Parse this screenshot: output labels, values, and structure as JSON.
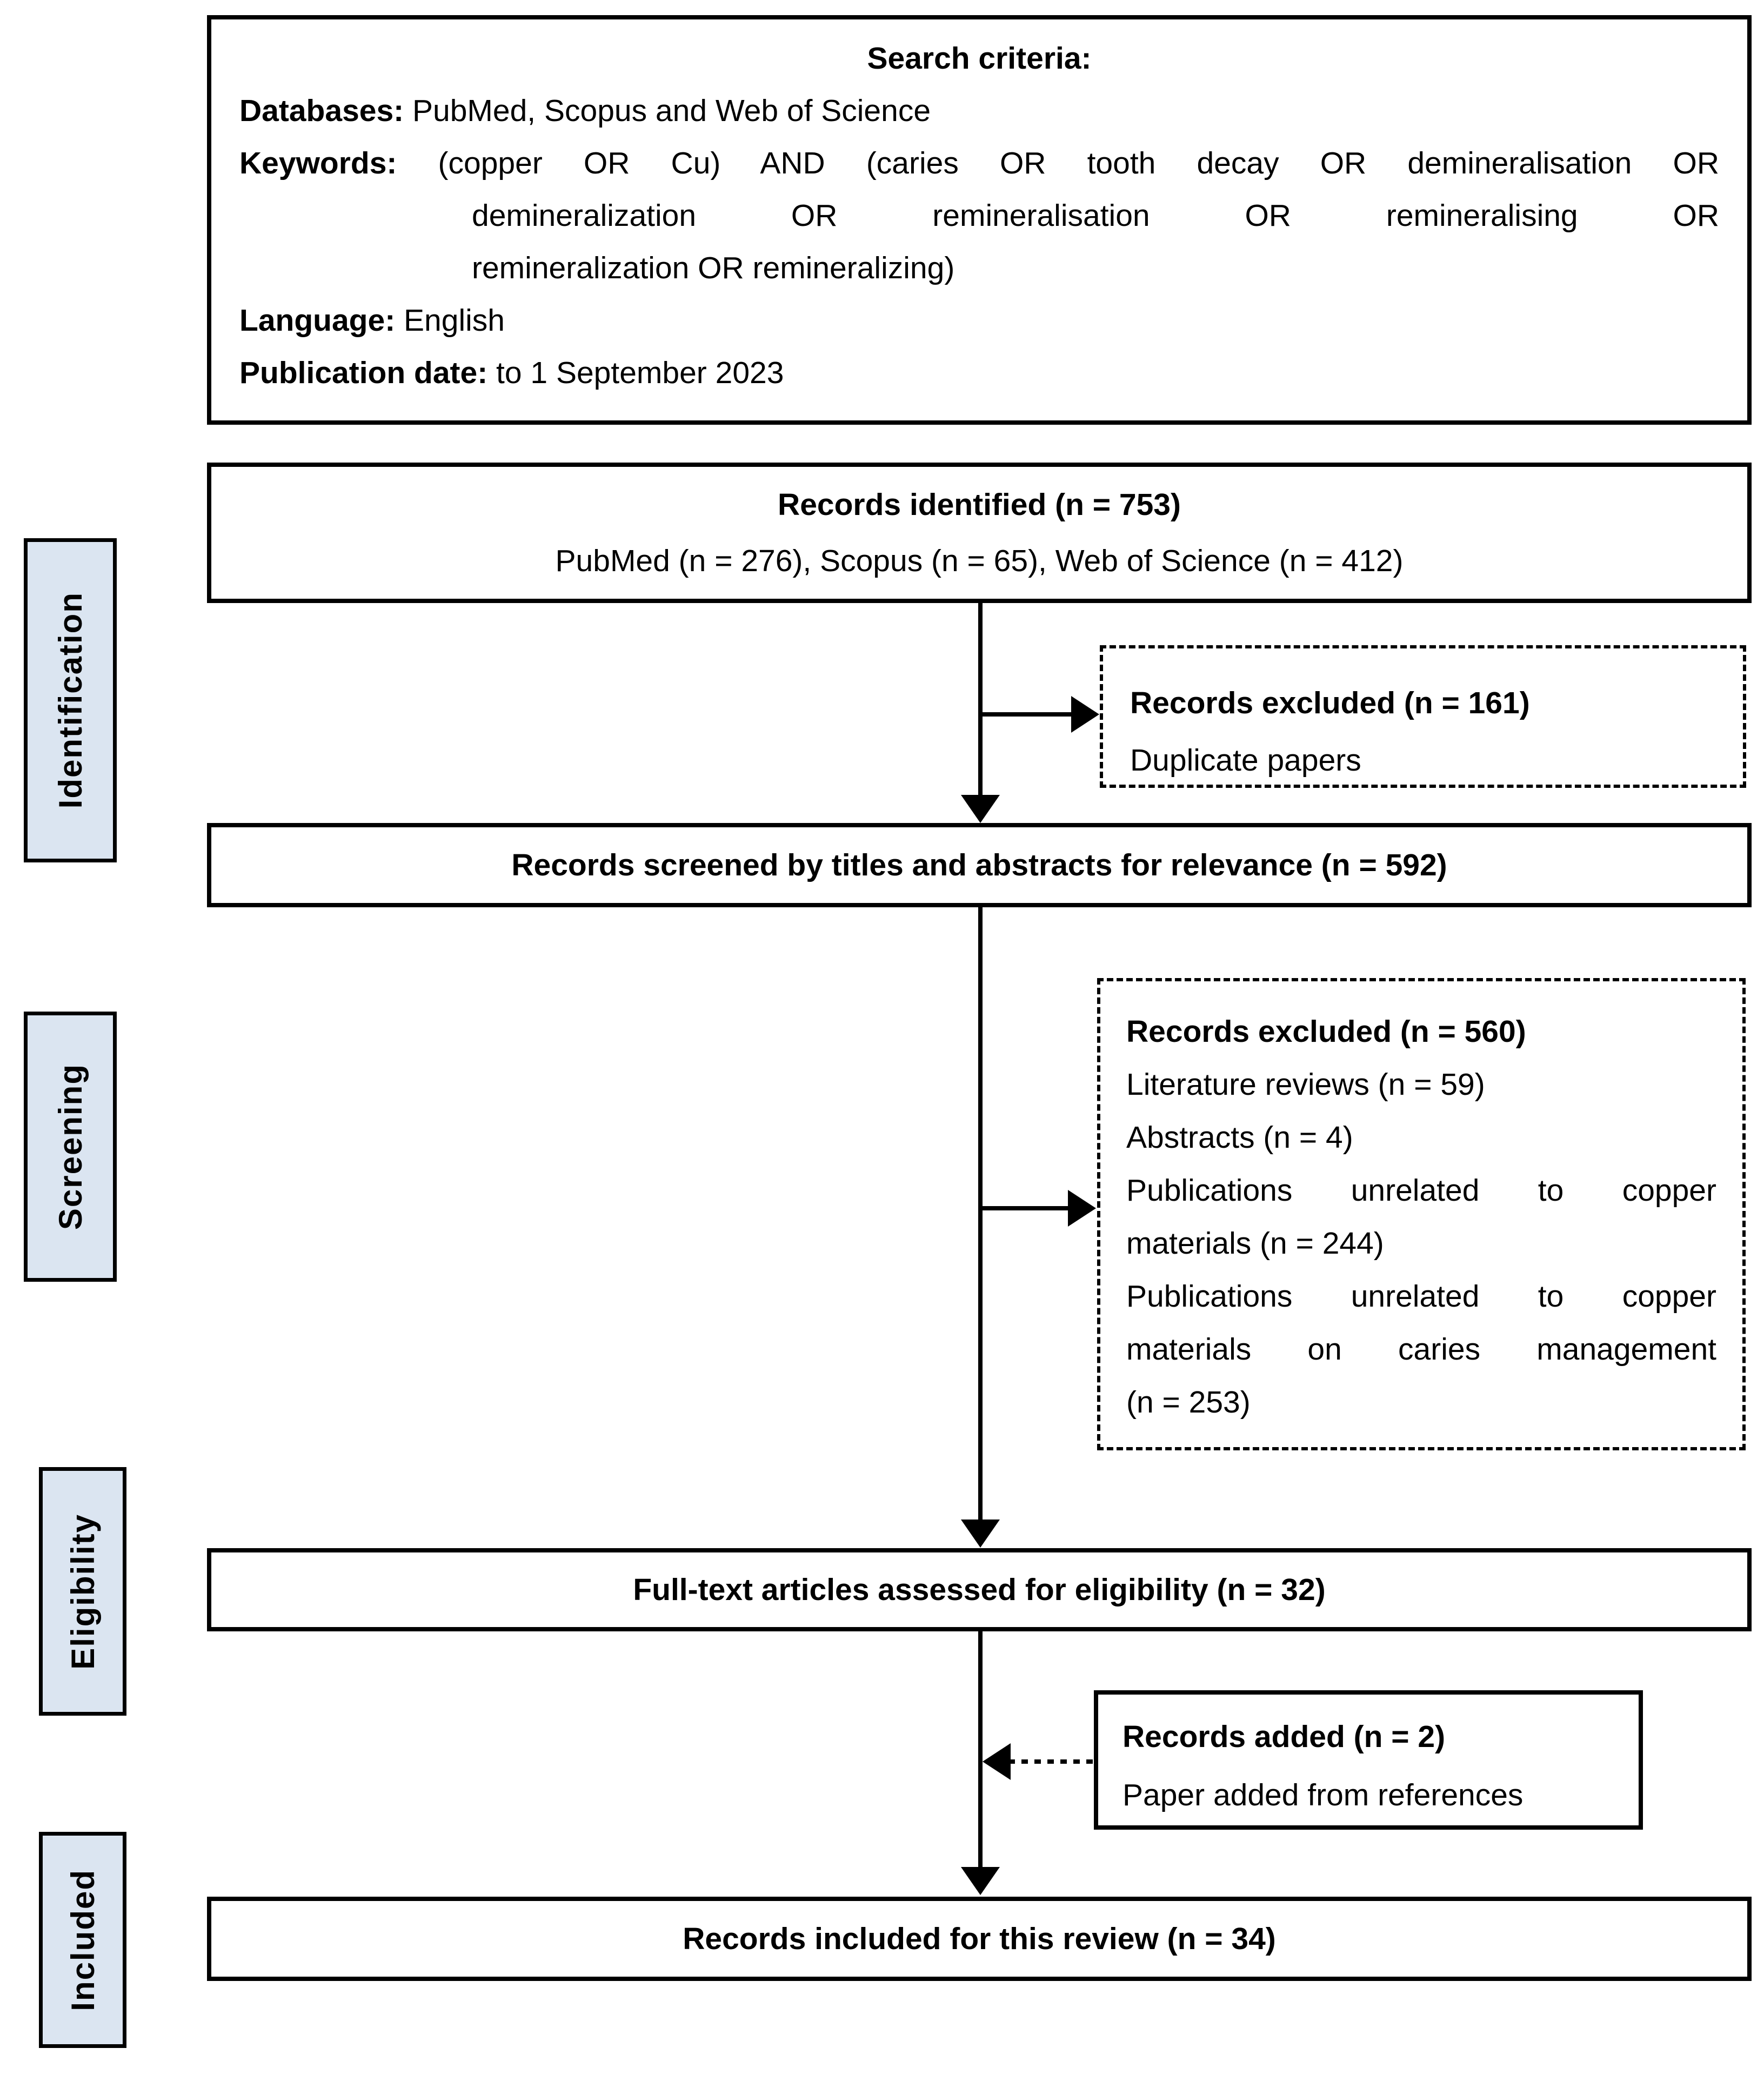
{
  "figure": {
    "kind": "prisma-flow-diagram"
  },
  "colors": {
    "stage_fill": "#dbe5f1",
    "line": "#000000",
    "background": "#ffffff",
    "text": "#000000"
  },
  "stages": [
    {
      "label": "Identification"
    },
    {
      "label": "Screening"
    },
    {
      "label": "Eligibility"
    },
    {
      "label": "Included"
    }
  ],
  "search_criteria": {
    "title": "Search criteria:",
    "databases_label": "Databases:",
    "databases_value": "PubMed, Scopus and Web of Science",
    "keywords_label": "Keywords:",
    "keywords_line1": "(copper OR Cu) AND (caries OR tooth decay OR demineralisation OR",
    "keywords_line2": "demineralization OR remineralisation OR remineralising OR",
    "keywords_line3": "remineralization OR remineralizing)",
    "language_label": "Language:",
    "language_value": "English",
    "publication_date_label": "Publication date:",
    "publication_date_value": "to 1 September 2023"
  },
  "boxes": {
    "identified": {
      "title": "Records identified (n = 753)",
      "subtitle": "PubMed (n = 276), Scopus (n = 65), Web of Science (n = 412)"
    },
    "excluded_duplicates": {
      "title": "Records excluded (n = 161)",
      "lines": [
        "Duplicate papers"
      ]
    },
    "screened": {
      "title": "Records screened by titles and abstracts for relevance (n = 592)"
    },
    "excluded_screening": {
      "title": "Records excluded (n = 560)",
      "lines": [
        "Literature reviews (n = 59)",
        "Abstracts (n = 4)",
        "Publications unrelated to copper",
        "materials (n = 244)",
        "Publications unrelated to copper",
        "materials on caries management",
        "(n = 253)"
      ]
    },
    "full_text": {
      "title": "Full-text articles assessed for eligibility (n = 32)"
    },
    "added": {
      "title": "Records added (n = 2)",
      "lines": [
        "Paper added from references"
      ]
    },
    "included": {
      "title": "Records included for this review (n = 34)"
    }
  }
}
